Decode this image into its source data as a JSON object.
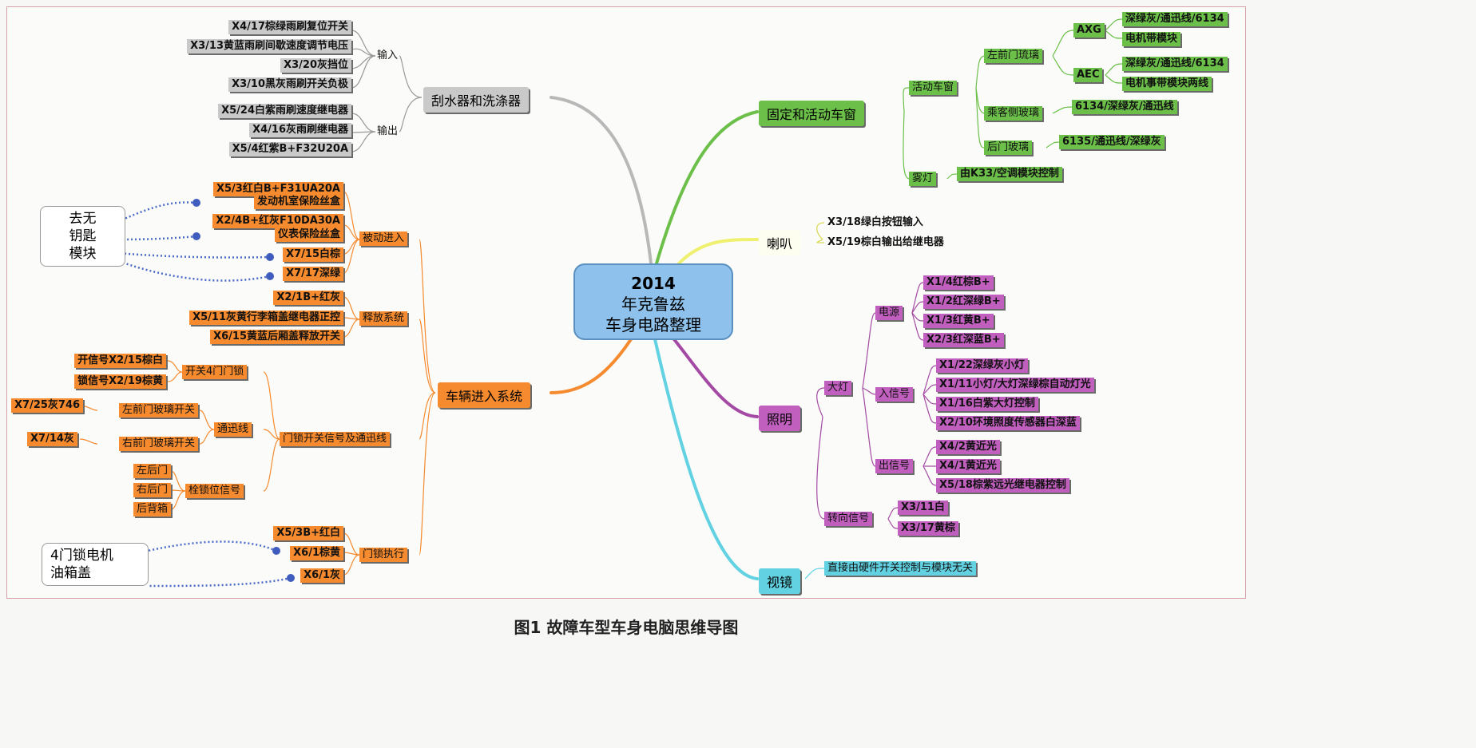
{
  "center": {
    "year": "2014",
    "line1": "年克鲁兹",
    "line2": "车身电路整理"
  },
  "caption": "图1 故障车型车身电脑思维导图",
  "wiper": {
    "title": "刮水器和洗涤器",
    "input_label": "输入",
    "output_label": "输出",
    "inputs": [
      "X4/17棕绿雨刷复位开关",
      "X3/13黄蓝雨刷间歇速度调节电压",
      "X3/20灰挡位",
      "X3/10黑灰雨刷开关负极"
    ],
    "outputs": [
      "X5/24白紫雨刷速度继电器",
      "X4/16灰雨刷继电器",
      "X5/4红紫B+F32U20A"
    ]
  },
  "entry": {
    "title": "车辆进入系统",
    "passive": {
      "label": "被动进入",
      "items": [
        "X5/3红白B+F31UA20A",
        "发动机室保险丝盒",
        "X2/4B+红灰F10DA30A",
        "仪表保险丝盒",
        "X7/15白棕",
        "X7/17深绿"
      ]
    },
    "release": {
      "label": "释放系统",
      "items": [
        "X2/1B+红灰",
        "X5/11灰黄行李箱盖继电器正控",
        "X6/15黄蓝后厢盖释放开关"
      ]
    },
    "lock_switch": {
      "label": "门锁开关信号及通迅线",
      "switch4": {
        "label": "开关4门门锁",
        "items": [
          "开信号X2/15棕白",
          "锁信号X2/19棕黄"
        ]
      },
      "comm": {
        "label": "通迅线",
        "items": [
          "左前门玻璃开关",
          "右前门玻璃开关"
        ],
        "codes": [
          "X7/25灰746",
          "X7/14灰"
        ]
      },
      "latch": {
        "label": "栓锁位信号",
        "items": [
          "左后门",
          "右后门",
          "后背箱"
        ]
      }
    },
    "actuator": {
      "label": "门锁执行",
      "items": [
        "X5/3B+红白",
        "X6/1棕黄",
        "X6/1灰"
      ]
    },
    "keyless_module": [
      "去无",
      "钥匙",
      "模块"
    ],
    "lock_motor": [
      "4门锁电机",
      "油箱盖"
    ]
  },
  "window": {
    "title": "固定和活动车窗",
    "active": "活动车窗",
    "front_left": "左前门琉璃",
    "axg": "AXG",
    "axg_items": [
      "深绿灰/通迅线/6134",
      "电机带模块"
    ],
    "aec": "AEC",
    "aec_items": [
      "深绿灰/通迅线/6134",
      "电机事带模块两线"
    ],
    "passenger": "乘客侧玻璃",
    "passenger_item": "6134/深绿灰/通迅线",
    "rear": "后门玻璃",
    "rear_item": "6135/通迅线/深绿灰",
    "fog": "雾灯",
    "fog_item": "由K33/空调模块控制"
  },
  "horn": {
    "title": "喇叭",
    "items": [
      "X3/18绿白按钮输入",
      "X5/19棕白输出给继电器"
    ]
  },
  "lighting": {
    "title": "照明",
    "power": {
      "label": "电源",
      "items": [
        "X1/4红棕B+",
        "X1/2红深绿B+",
        "X1/3红黄B+",
        "X2/3红深蓝B+"
      ]
    },
    "headlamp": "大灯",
    "in_signal": {
      "label": "入信号",
      "items": [
        "X1/22深绿灰小灯",
        "X1/11小灯/大灯深绿棕自动灯光",
        "X1/16白紫大灯控制",
        "X2/10环境照度传感器白深蓝"
      ]
    },
    "out_signal": {
      "label": "出信号",
      "items": [
        "X4/2黄近光",
        "X4/1黄近光",
        "X5/18棕紫远光继电器控制"
      ]
    },
    "turn": {
      "label": "转向信号",
      "items": [
        "X3/11白",
        "X3/17黄棕"
      ]
    }
  },
  "mirror": {
    "title": "视镜",
    "item": "直接由硬件开关控制与模块无关"
  },
  "colors": {
    "gray": "#c9c9c9",
    "green": "#6cc04a",
    "yellow": "#f0f070",
    "purple": "#c05fbe",
    "cyan": "#62d2e2",
    "orange": "#f58a2e"
  }
}
